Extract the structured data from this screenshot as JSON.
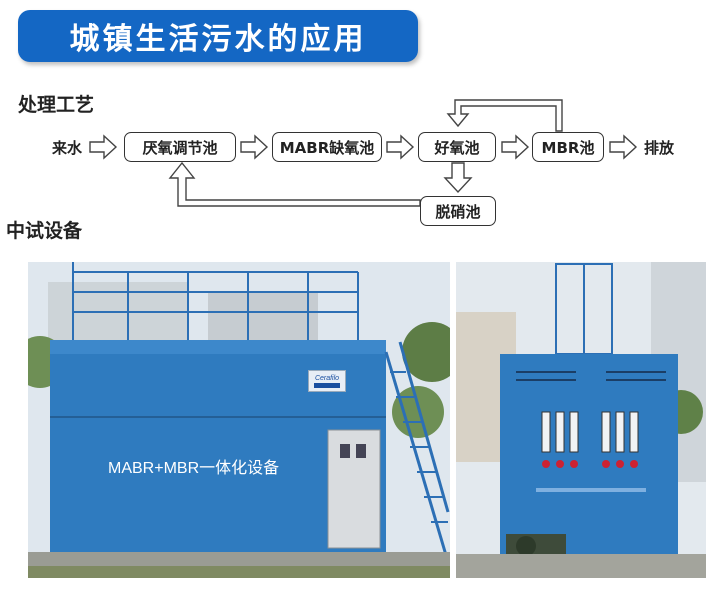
{
  "title": "城镇生活污水的应用",
  "sections": {
    "process": "处理工艺",
    "equipment": "中试设备"
  },
  "flow": {
    "inlet": "来水",
    "anoxic_tank": "厌氧调节池",
    "mabr_tank": "MABR缺氧池",
    "aerobic_tank": "好氧池",
    "mbr_tank": "MBR池",
    "denitrification_tank": "脱硝池",
    "outlet": "排放"
  },
  "photos": {
    "left_label": "MABR+MBR一体化设备",
    "left_logo": "Cerafilo"
  },
  "colors": {
    "title_bg": "#1467c4",
    "tank_blue": "#2f7bbf",
    "sky": "#dfe7ee"
  }
}
